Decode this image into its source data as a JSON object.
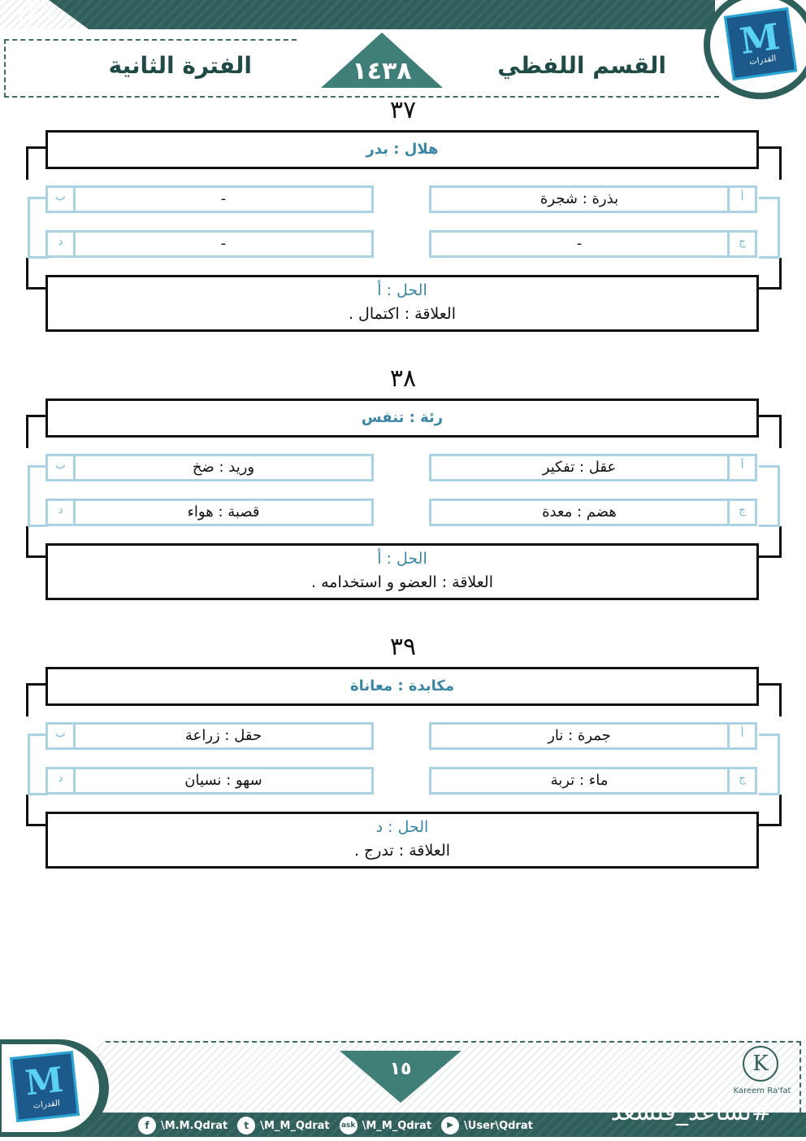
{
  "header": {
    "brand_name": "Kareem Ra'fat",
    "brand_initial": "K",
    "section_title": "القسم اللفظي",
    "period_title": "الفترة الثانية",
    "year": "١٤٣٨",
    "logo_letter": "M",
    "logo_label": "القدرات"
  },
  "questions": [
    {
      "number": "٣٧",
      "stem": "هلال : بدر",
      "options": {
        "a": {
          "letter": "أ",
          "text": "بذرة : شجرة"
        },
        "b": {
          "letter": "ب",
          "text": "-"
        },
        "c": {
          "letter": "ج",
          "text": "-"
        },
        "d": {
          "letter": "د",
          "text": "-"
        }
      },
      "answer": "الحل : أ",
      "relation": "العلاقة : اكتمال ."
    },
    {
      "number": "٣٨",
      "stem": "رئة : تنفس",
      "options": {
        "a": {
          "letter": "أ",
          "text": "عقل : تفكير"
        },
        "b": {
          "letter": "ب",
          "text": "وريد : ضخ"
        },
        "c": {
          "letter": "ج",
          "text": "هضم : معدة"
        },
        "d": {
          "letter": "د",
          "text": "قصبة : هواء"
        }
      },
      "answer": "الحل : أ",
      "relation": "العلاقة : العضو و استخدامه ."
    },
    {
      "number": "٣٩",
      "stem": "مكابدة : معاناة",
      "options": {
        "a": {
          "letter": "أ",
          "text": "جمرة : نار"
        },
        "b": {
          "letter": "ب",
          "text": "حقل : زراعة"
        },
        "c": {
          "letter": "ج",
          "text": "ماء : تربة"
        },
        "d": {
          "letter": "د",
          "text": "سهو : نسيان"
        }
      },
      "answer": "الحل : د",
      "relation": "العلاقة : تدرج ."
    }
  ],
  "footer": {
    "page_number": "١٥",
    "hashtag": "#نساعد_فنسعد",
    "brand_name": "Kareem Ra'fat",
    "brand_initial": "K",
    "logo_letter": "M",
    "logo_label": "القدرات",
    "social": [
      {
        "icon": "facebook-icon",
        "glyph": "f",
        "handle": "\\M.M.Qdrat"
      },
      {
        "icon": "twitter-icon",
        "glyph": "t",
        "handle": "\\M_M_Qdrat"
      },
      {
        "icon": "ask-icon",
        "glyph": "ask",
        "handle": "\\M_M_Qdrat"
      },
      {
        "icon": "youtube-icon",
        "glyph": "▶",
        "handle": "\\User\\Qdrat"
      }
    ]
  }
}
